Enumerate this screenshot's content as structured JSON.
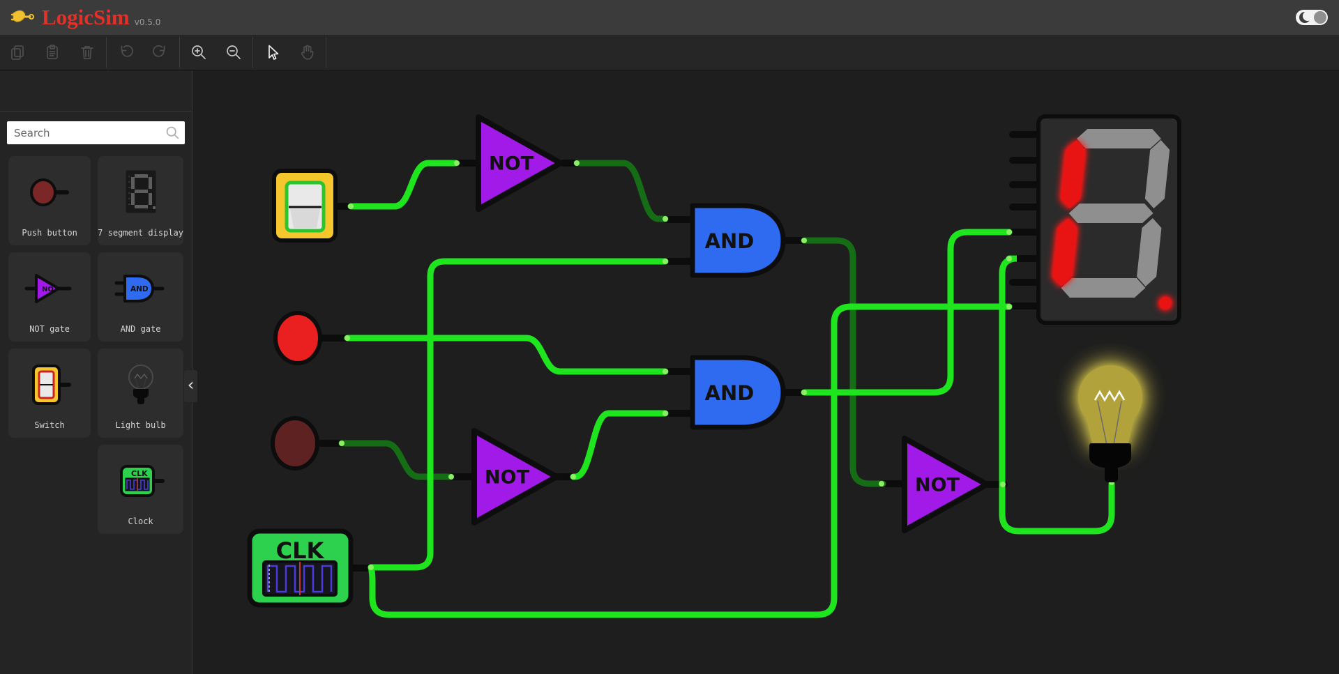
{
  "app": {
    "title": "LogicSim",
    "version": "v0.5.0",
    "logo_icon": "logic-gate-icon"
  },
  "header": {
    "theme_toggle": {
      "name": "theme-toggle",
      "icons": [
        "moon-icon",
        "sun-knob-icon"
      ],
      "state": "knob-right"
    }
  },
  "toolbar": {
    "buttons": [
      {
        "label": "copy",
        "icon": "copy-icon",
        "enabled": false
      },
      {
        "label": "paste",
        "icon": "paste-icon",
        "enabled": false
      },
      {
        "label": "delete",
        "icon": "trash-icon",
        "enabled": false
      },
      {
        "label": "undo",
        "icon": "undo-icon",
        "enabled": false
      },
      {
        "label": "redo",
        "icon": "redo-icon",
        "enabled": false
      },
      {
        "label": "zoom-in",
        "icon": "zoom-in-icon",
        "enabled": true
      },
      {
        "label": "zoom-out",
        "icon": "zoom-out-icon",
        "enabled": true
      },
      {
        "label": "select",
        "icon": "cursor-icon",
        "enabled": true,
        "active": true
      },
      {
        "label": "pan",
        "icon": "hand-icon",
        "enabled": false
      }
    ]
  },
  "sidebar": {
    "search": {
      "placeholder": "Search",
      "icon": "search-icon"
    },
    "palette": [
      {
        "label": "Push button",
        "icon": "push-button-icon"
      },
      {
        "label": "7 segment display",
        "icon": "seven-segment-icon"
      },
      {
        "label": "NOT gate",
        "icon": "not-gate-icon"
      },
      {
        "label": "AND gate",
        "icon": "and-gate-icon"
      },
      {
        "label": "Switch",
        "icon": "switch-icon"
      },
      {
        "label": "Light bulb",
        "icon": "light-bulb-icon"
      },
      {
        "label": "Clock",
        "icon": "clock-icon"
      }
    ],
    "collapse_glyph": "‹",
    "collapse_icon": "chevron-left-icon"
  },
  "canvas": {
    "labels": {
      "not": "NOT",
      "and": "AND",
      "clk": "CLK"
    },
    "components": [
      {
        "id": "switch-1",
        "type": "Switch",
        "state": "on"
      },
      {
        "id": "not-1",
        "type": "NOT gate",
        "label": "NOT"
      },
      {
        "id": "and-1",
        "type": "AND gate",
        "label": "AND"
      },
      {
        "id": "push-button-1",
        "type": "Push button",
        "state": "on"
      },
      {
        "id": "push-button-2",
        "type": "Push button",
        "state": "off"
      },
      {
        "id": "not-2",
        "type": "NOT gate",
        "label": "NOT"
      },
      {
        "id": "and-2",
        "type": "AND gate",
        "label": "AND"
      },
      {
        "id": "clock-1",
        "type": "Clock",
        "label": "CLK"
      },
      {
        "id": "not-3",
        "type": "NOT gate",
        "label": "NOT"
      },
      {
        "id": "seven-segment-1",
        "type": "7 segment display",
        "lit_segments": [
          "E",
          "F",
          "DP"
        ]
      },
      {
        "id": "light-bulb-1",
        "type": "Light bulb",
        "state": "on"
      }
    ]
  },
  "colors": {
    "logo_red": "#e23128",
    "wire_on": "#1fe51f",
    "wire_off": "#156d15",
    "wire_tip": "#8dee65",
    "gate_purple": "#a21ae8",
    "gate_blue": "#2e6bf0",
    "clock_green": "#2ed14e",
    "switch_yellow": "#f6c62d",
    "button_on_red": "#ea2020",
    "button_off_red": "#5e2222",
    "segment_lit": "#e81414",
    "segment_unlit": "#8f8f8f",
    "bulb_on_yellow": "#b2a23b",
    "canvas_bg": "#1e1e1e",
    "sidebar_bg": "#242424",
    "header_bg": "#3b3b3b",
    "toolbar_bg": "#262626"
  }
}
